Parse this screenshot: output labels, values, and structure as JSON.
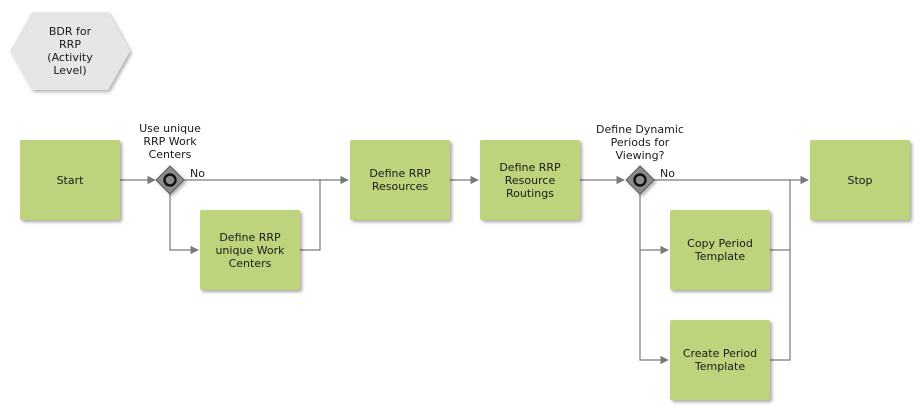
{
  "header_shape": {
    "label": "BDR for\nRRP\n(Activity\nLevel)"
  },
  "nodes": {
    "start": "Start",
    "define_unique_work_centers": "Define RRP\nunique Work\nCenters",
    "define_resources": "Define RRP\nResources",
    "define_resource_routings": "Define RRP\nResource\nRoutings",
    "copy_period_template": "Copy Period\nTemplate",
    "create_period_template": "Create Period\nTemplate",
    "stop": "Stop"
  },
  "gateways": {
    "unique_work_centers": {
      "question": "Use unique\nRRP Work\nCenters",
      "no_label": "No"
    },
    "dynamic_periods": {
      "question": "Define Dynamic\nPeriods for\nViewing?",
      "no_label": "No"
    }
  },
  "colors": {
    "task_fill": "#bdd47c",
    "hexagon_fill": "#e6e6e6",
    "gateway_fill": "#8c8c8c",
    "connector": "#7a7a7a"
  }
}
